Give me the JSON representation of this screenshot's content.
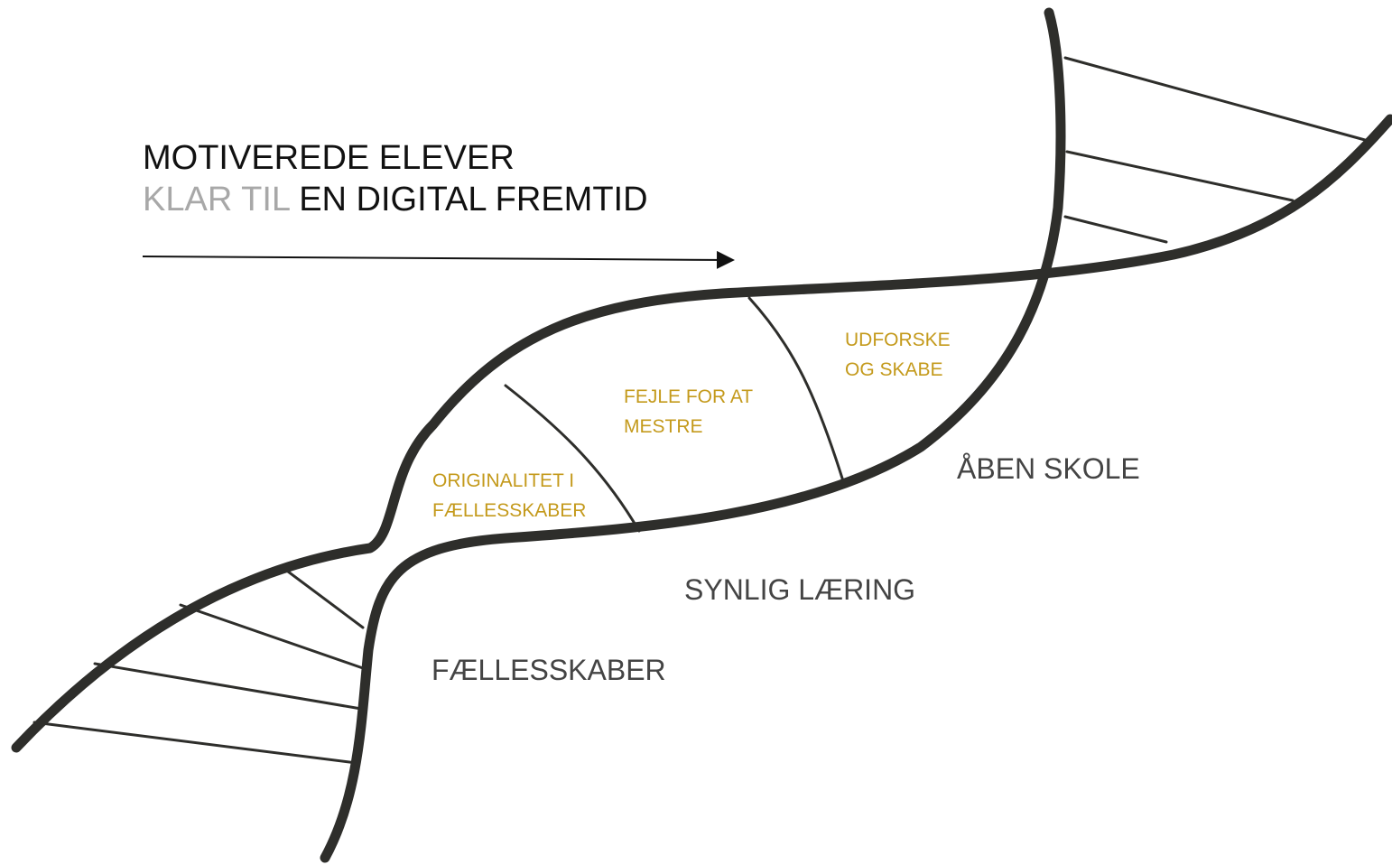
{
  "title": {
    "line1": "MOTIVEREDE ELEVER",
    "line2_muted": "KLAR TIL",
    "line2_main": "EN DIGITAL FREMTID"
  },
  "strand_labels": {
    "faellesskaber": "FÆLLESSKABER",
    "synlig_laering": "SYNLIG LÆRING",
    "aaben_skole": "ÅBEN SKOLE"
  },
  "rung_labels": {
    "originalitet": [
      "ORIGINALITET I",
      "FÆLLESSKABER"
    ],
    "fejle": [
      "FEJLE FOR AT",
      "MESTRE"
    ],
    "udforske": [
      "UDFORSKE",
      "OG SKABE"
    ]
  },
  "colors": {
    "strand": "#2e2e2b",
    "accent_gold": "#c49a1c",
    "label_gray": "#444444",
    "muted_gray": "#a8a8a8",
    "title_black": "#111111"
  }
}
